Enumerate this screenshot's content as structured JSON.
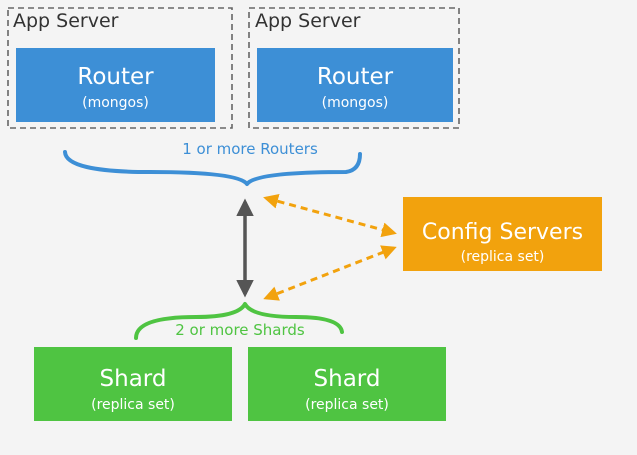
{
  "app_servers": [
    {
      "label": "App Server",
      "router": {
        "title": "Router",
        "subtitle": "(mongos)"
      }
    },
    {
      "label": "App Server",
      "router": {
        "title": "Router",
        "subtitle": "(mongos)"
      }
    }
  ],
  "routers_brace_label": "1 or more Routers",
  "config_servers": {
    "title": "Config Servers",
    "subtitle": "(replica set)"
  },
  "shards_brace_label": "2 or more Shards",
  "shards": [
    {
      "title": "Shard",
      "subtitle": "(replica set)"
    },
    {
      "title": "Shard",
      "subtitle": "(replica set)"
    }
  ],
  "colors": {
    "router": "#3d8fd6",
    "config": "#f2a20d",
    "shard": "#4fc442",
    "routers_brace": "#3d8fd6",
    "shards_brace": "#4fc442",
    "connector": "#555555",
    "config_link": "#f2a20d",
    "container_border": "#666666"
  }
}
